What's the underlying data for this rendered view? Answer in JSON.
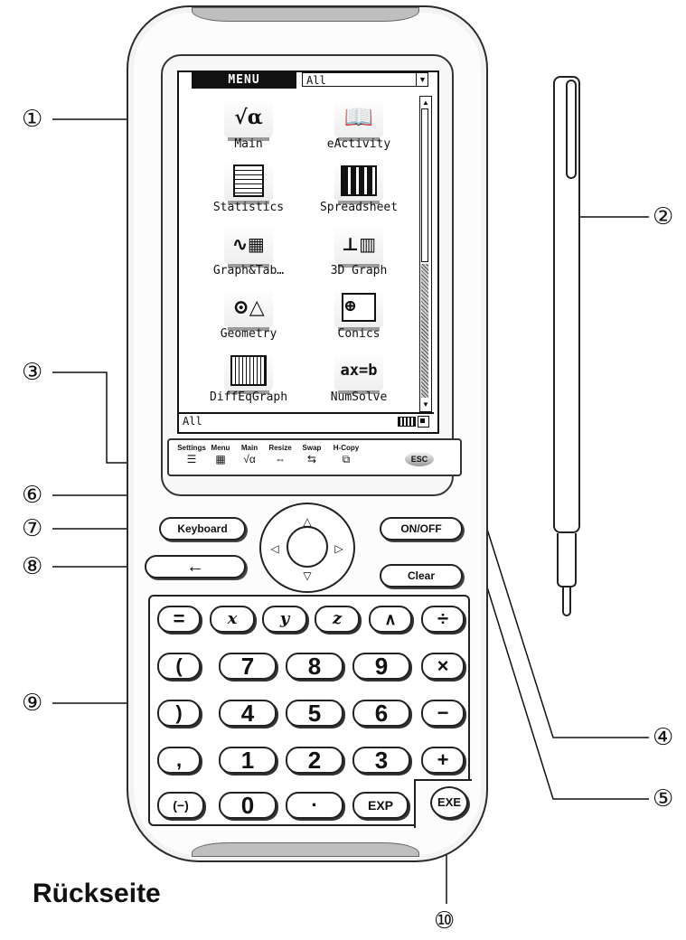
{
  "screen": {
    "menu_tab": "MENU",
    "dropdown_value": "All",
    "status_text": "All",
    "apps": [
      {
        "label": "Main",
        "icon": "sqrt-alpha-icon"
      },
      {
        "label": "eActivity",
        "icon": "book-icon"
      },
      {
        "label": "Statistics",
        "icon": "statistics-icon"
      },
      {
        "label": "Spreadsheet",
        "icon": "spreadsheet-icon"
      },
      {
        "label": "Graph&Tab…",
        "icon": "graph-table-icon"
      },
      {
        "label": "3D Graph",
        "icon": "3d-graph-icon"
      },
      {
        "label": "Geometry",
        "icon": "geometry-icon"
      },
      {
        "label": "Conics",
        "icon": "conics-icon"
      },
      {
        "label": "DiffEqGraph",
        "icon": "diffeq-graph-icon"
      },
      {
        "label": "NumSolve",
        "icon": "numsolve-icon"
      }
    ],
    "numsolve_glyph": "ax=b",
    "main_glyph": "√α"
  },
  "softkeys": [
    {
      "label": "Settings",
      "glyph": "☰"
    },
    {
      "label": "Menu",
      "glyph": "▦"
    },
    {
      "label": "Main",
      "glyph": "√α"
    },
    {
      "label": "Resize",
      "glyph": "⇔"
    },
    {
      "label": "Swap",
      "glyph": "⇆"
    },
    {
      "label": "H-Copy",
      "glyph": "⧉"
    }
  ],
  "esc_label": "ESC",
  "keys": {
    "keyboard": "Keyboard",
    "on_off": "ON/OFF",
    "clear": "Clear",
    "backspace": "←",
    "exe": "EXE",
    "dpad": {
      "up": "△",
      "down": "▽",
      "left": "◁",
      "right": "▷"
    },
    "rows": [
      [
        "=",
        "x",
        "y",
        "z",
        "∧",
        "÷"
      ],
      [
        "(",
        "7",
        "8",
        "9",
        "×"
      ],
      [
        ")",
        "4",
        "5",
        "6",
        "−"
      ],
      [
        ",",
        "1",
        "2",
        "3",
        "+"
      ],
      [
        "(−)",
        "0",
        "·",
        "EXP"
      ]
    ]
  },
  "callouts": [
    "①",
    "②",
    "③",
    "④",
    "⑤",
    "⑥",
    "⑦",
    "⑧",
    "⑨",
    "⑩"
  ],
  "heading": "Rückseite"
}
